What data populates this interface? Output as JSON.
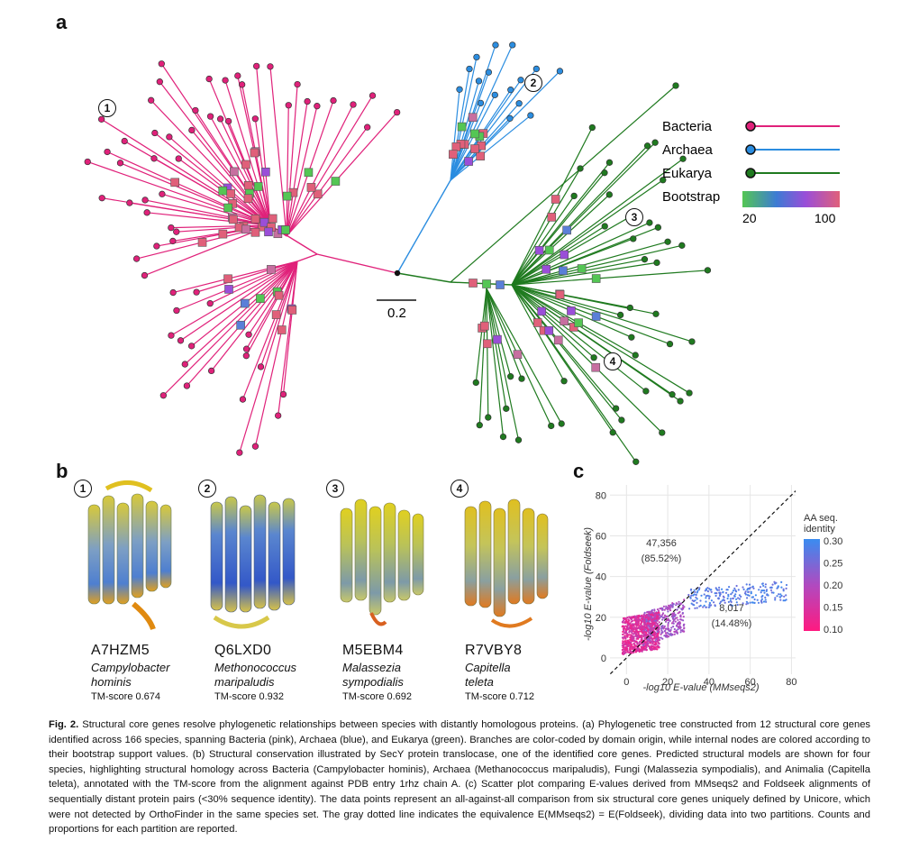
{
  "panel_a": {
    "letter": "a",
    "legend": [
      {
        "label": "Bacteria",
        "color": "#e0217a"
      },
      {
        "label": "Archaea",
        "color": "#2b8de0"
      },
      {
        "label": "Eukarya",
        "color": "#1f7a1f"
      }
    ],
    "bootstrap": {
      "label": "Bootstrap",
      "min_label": "20",
      "max_label": "100",
      "colors": [
        "#54c654",
        "#3d7bd4",
        "#9a4ed8",
        "#e0607a"
      ]
    },
    "scale_bar_label": "0.2",
    "markers": [
      "1",
      "2",
      "3",
      "4"
    ],
    "colors": {
      "bacteria": "#e0217a",
      "archaea": "#2b8de0",
      "eukarya": "#1f7a1f",
      "node": "#d96b7a"
    }
  },
  "panel_b": {
    "letter": "b",
    "items": [
      {
        "num": "1",
        "id": "A7HZM5",
        "genus": "Campylobacter",
        "species": "hominis",
        "score": "TM-score 0.674"
      },
      {
        "num": "2",
        "id": "Q6LXD0",
        "genus": "Methonococcus",
        "species": "maripaludis",
        "score": "TM-score 0.932"
      },
      {
        "num": "3",
        "id": "M5EBM4",
        "genus": "Malassezia",
        "species": "sympodialis",
        "score": "TM-score 0.692"
      },
      {
        "num": "4",
        "id": "R7VBY8",
        "genus": "Capitella",
        "species": "teleta",
        "score": "TM-score 0.712"
      }
    ]
  },
  "panel_c": {
    "letter": "c",
    "chart_data": {
      "type": "scatter",
      "xlabel": "-log10 E-value (MMseqs2)",
      "ylabel": "-log10 E-value (Foldseek)",
      "xticks": [
        0,
        20,
        40,
        60,
        80
      ],
      "yticks": [
        0,
        20,
        40,
        60,
        80
      ],
      "xlim": [
        -8,
        82
      ],
      "ylim": [
        -8,
        85
      ],
      "colorbar": {
        "title_line1": "AA seq.",
        "title_line2": "identity",
        "ticks": [
          "0.30",
          "0.25",
          "0.20",
          "0.15",
          "0.10"
        ],
        "range": [
          0.1,
          0.3
        ]
      },
      "annotations": [
        {
          "count": "47,356",
          "percent": "(85.52%)"
        },
        {
          "count": "8,017",
          "percent": "(14.48%)"
        }
      ],
      "reference_line": "y = x",
      "grid": true
    }
  },
  "caption": {
    "fig": "Fig. 2.",
    "text": "Structural core genes resolve phylogenetic relationships between species with distantly homologous proteins. (a) Phylogenetic tree constructed from 12 structural core genes identified across 166 species, spanning Bacteria (pink), Archaea (blue), and Eukarya (green). Branches are color-coded by domain origin, while internal nodes are colored according to their bootstrap support values. (b) Structural conservation illustrated by SecY protein translocase, one of the identified core genes. Predicted structural models are shown for four species, highlighting structural homology across Bacteria (Campylobacter hominis), Archaea (Methanococcus maripaludis), Fungi (Malassezia sympodialis), and Animalia (Capitella teleta), annotated with the TM-score from the alignment against PDB entry 1rhz chain A. (c) Scatter plot comparing E-values derived from MMseqs2 and Foldseek alignments of sequentially distant protein pairs (<30% sequence identity). The data points represent an all-against-all comparison from six structural core genes uniquely defined by Unicore, which were not detected by OrthoFinder in the same species set. The gray dotted line indicates the equivalence E(MMseqs2) = E(Foldseek), dividing data into two partitions. Counts and proportions for each partition are reported."
  }
}
